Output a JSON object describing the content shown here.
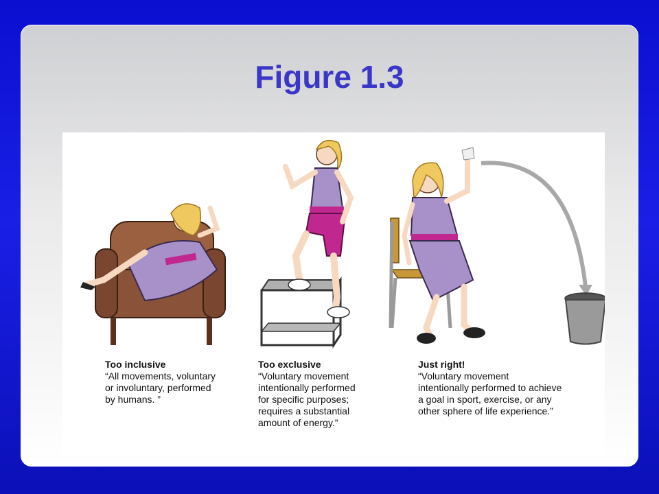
{
  "slide": {
    "title": "Figure 1.3"
  },
  "panels": [
    {
      "heading": "Too inclusive",
      "text": "“All movements, voluntary\nor involuntary, performed\nby humans. ”"
    },
    {
      "heading": "Too exclusive",
      "text": "“Voluntary movement\nintentionally performed\nfor specific purposes;\nrequires a substantial\namount of energy.”"
    },
    {
      "heading": "Just right!",
      "text": "“Voluntary movement\nintentionally performed to achieve\na goal in sport, exercise, or any\nother sphere of life experience.”"
    }
  ],
  "colors": {
    "title": "#3a36c8",
    "dress": "#a890c8",
    "accent": "#c02890",
    "chair": "#8a5238",
    "hair": "#f0c860"
  }
}
